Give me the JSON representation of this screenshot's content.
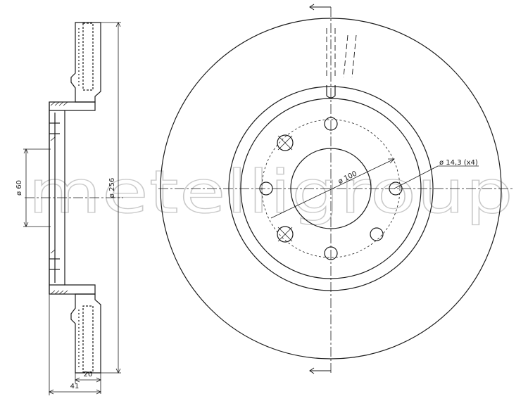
{
  "watermark": {
    "text": "metelligroup",
    "color": "#c9c9c9"
  },
  "dimensions": {
    "hub_bore": "ø 60",
    "disc_diameter": "ø 256",
    "thickness": "20",
    "total_height": "41",
    "bolt_circle": "ø 100",
    "bolt_holes": "ø 14,3 (x4)"
  },
  "colors": {
    "line": "#1a1a1a",
    "watermark": "#c9c9c9"
  }
}
